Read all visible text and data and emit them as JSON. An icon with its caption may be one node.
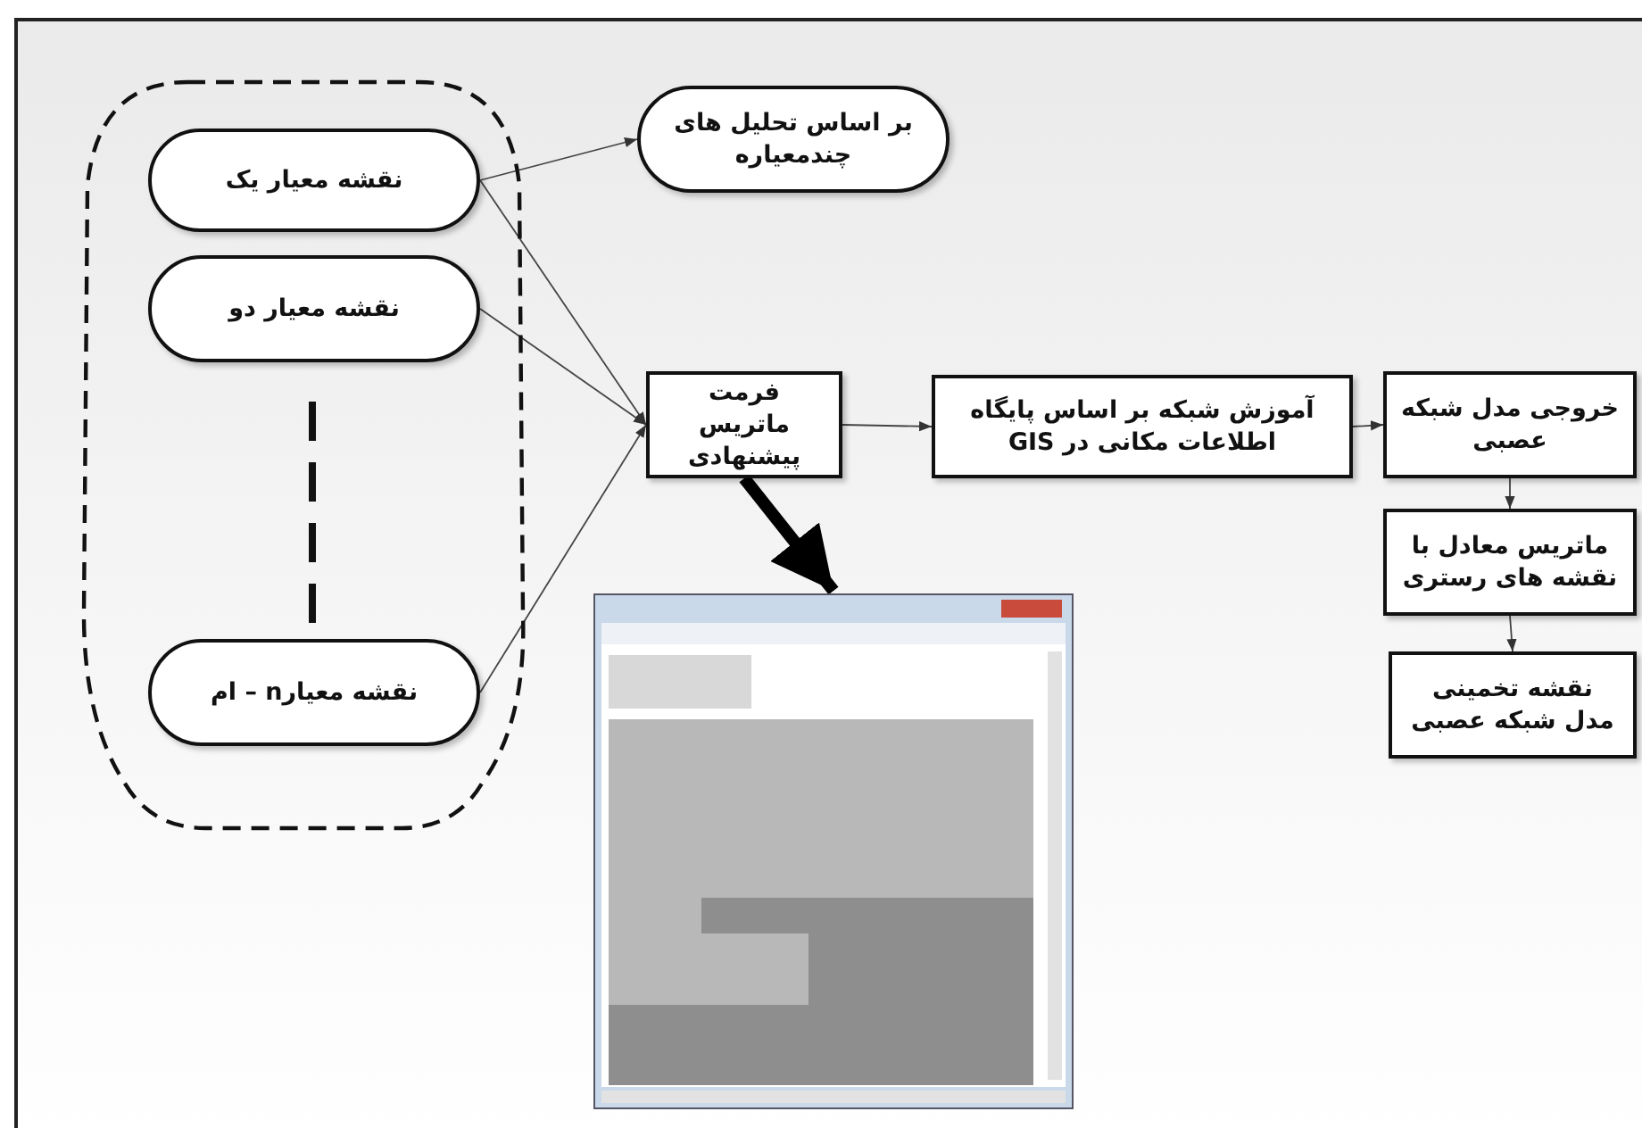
{
  "diagram": {
    "nodes": [
      {
        "text": [],
        "shape": "box"
      },
      {
        "text": [
          "نقشه معیار یک"
        ],
        "in": 0
      },
      {
        "text": [
          "نقشه معیار دو"
        ],
        "in": 0
      },
      {
        "text": [
          "نقشه معیارn – ام"
        ],
        "in": 0
      },
      {
        "text": [
          "بر اساس تحلیل های چندمعیاره"
        ]
      },
      {
        "text": [
          "فرمت ماتریس پیشنهادی"
        ]
      },
      {
        "text": [],
        "shape": "picture"
      },
      {
        "text": [
          "آموزش شبکه بر اساس پایگاه اطلاعات مکانی در GIS"
        ]
      },
      {
        "text": [
          "خروجی مدل شبکه عصبی"
        ]
      },
      {
        "text": [
          "ماتریس معادل با نقشه های رستری"
        ]
      },
      {
        "text": [
          "نقشه تخمینی مدل شبکه عصبی"
        ]
      }
    ],
    "edges": [
      {
        "from": 1,
        "to": 4,
        "arrow": "to"
      },
      {
        "from": 1,
        "to": 5,
        "arrow": "to"
      },
      {
        "from": 2,
        "to": 5,
        "arrow": "to"
      },
      {
        "from": 3,
        "to": 5,
        "arrow": "to"
      },
      {
        "from": 5,
        "to": 6,
        "arrow": "to",
        "style": "thick"
      },
      {
        "from": 5,
        "to": 7,
        "arrow": "to"
      },
      {
        "from": 7,
        "to": 8,
        "arrow": "to"
      },
      {
        "from": 8,
        "to": 9,
        "arrow": "to"
      },
      {
        "from": 9,
        "to": 10,
        "arrow": "to"
      }
    ]
  }
}
